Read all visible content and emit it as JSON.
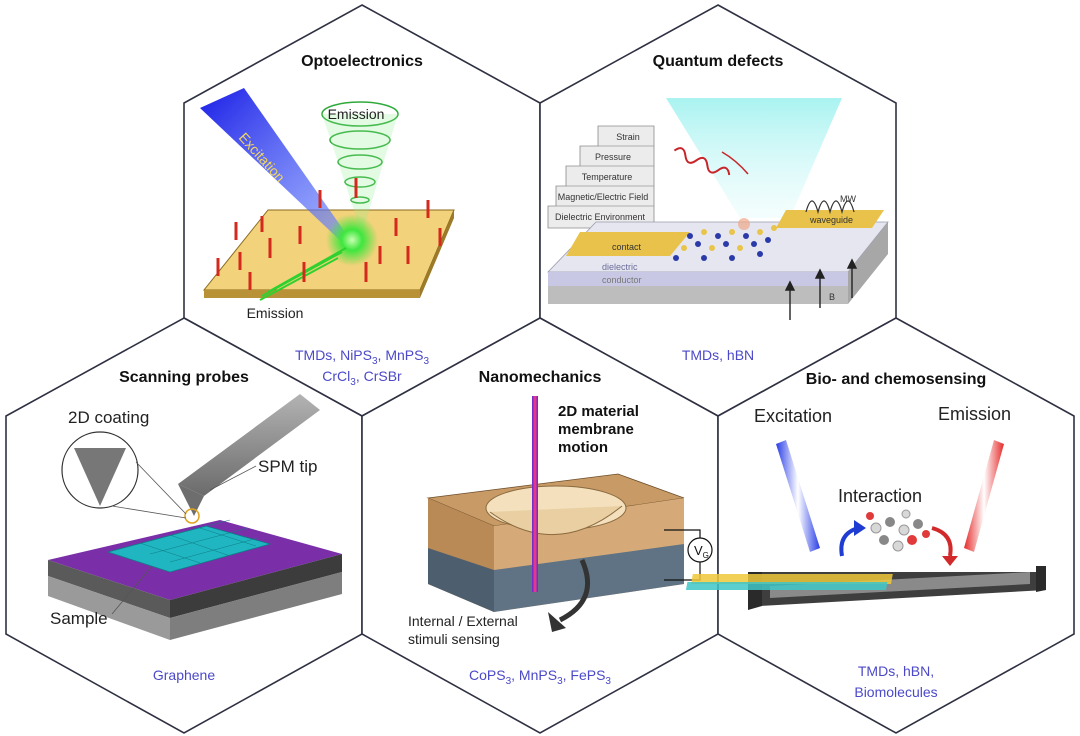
{
  "panels": {
    "optoelectronics": {
      "title": "Optoelectronics",
      "emission_top": "Emission",
      "excitation": "Excitation",
      "emission_bottom": "Emission",
      "materials_line1": "TMDs, NiPS",
      "materials_line1_sub1": "3",
      "materials_line1_mid": ", MnPS",
      "materials_line1_sub2": "3",
      "materials_line2_a": "CrCl",
      "materials_line2_sub": "3",
      "materials_line2_b": ", CrSBr"
    },
    "quantum_defects": {
      "title": "Quantum defects",
      "stimuli": [
        "Strain",
        "Pressure",
        "Temperature",
        "Magnetic/Electric Field",
        "Dielectric Environment"
      ],
      "contact": "contact",
      "waveguide": "waveguide",
      "mw": "MW",
      "dielectric": "dielectric",
      "conductor": "conductor",
      "b_field": "B",
      "materials": "TMDs, hBN"
    },
    "scanning_probes": {
      "title": "Scanning probes",
      "coating": "2D coating",
      "tip": "SPM tip",
      "sample": "Sample",
      "materials": "Graphene"
    },
    "nanomechanics": {
      "title": "Nanomechanics",
      "caption_line1": "2D material",
      "caption_line2": "membrane",
      "caption_line3": "motion",
      "gate_v": "V",
      "gate_sub": "G",
      "sensing_line1": "Internal / External",
      "sensing_line2": "stimuli sensing",
      "mat_a": "CoPS",
      "mat_a_sub": "3",
      "mat_b": ", MnPS",
      "mat_b_sub": "3",
      "mat_c": ", FePS",
      "mat_c_sub": "3"
    },
    "biosensing": {
      "title": "Bio- and chemosensing",
      "excitation": "Excitation",
      "emission": "Emission",
      "interaction": "Interaction",
      "materials_line1": "TMDs, hBN,",
      "materials_line2": "Biomolecules"
    }
  },
  "colors": {
    "hex_stroke": "#2f3142",
    "materials_text": "#4b49c8",
    "gold_substrate": "#f2d27a",
    "purple_substrate": "#7a2fa8",
    "teal_sample": "#1fb6c1",
    "emission_green": "#2fd12f",
    "excitation_blue": "#1a2be0",
    "arrow_red": "#d42a1e"
  }
}
